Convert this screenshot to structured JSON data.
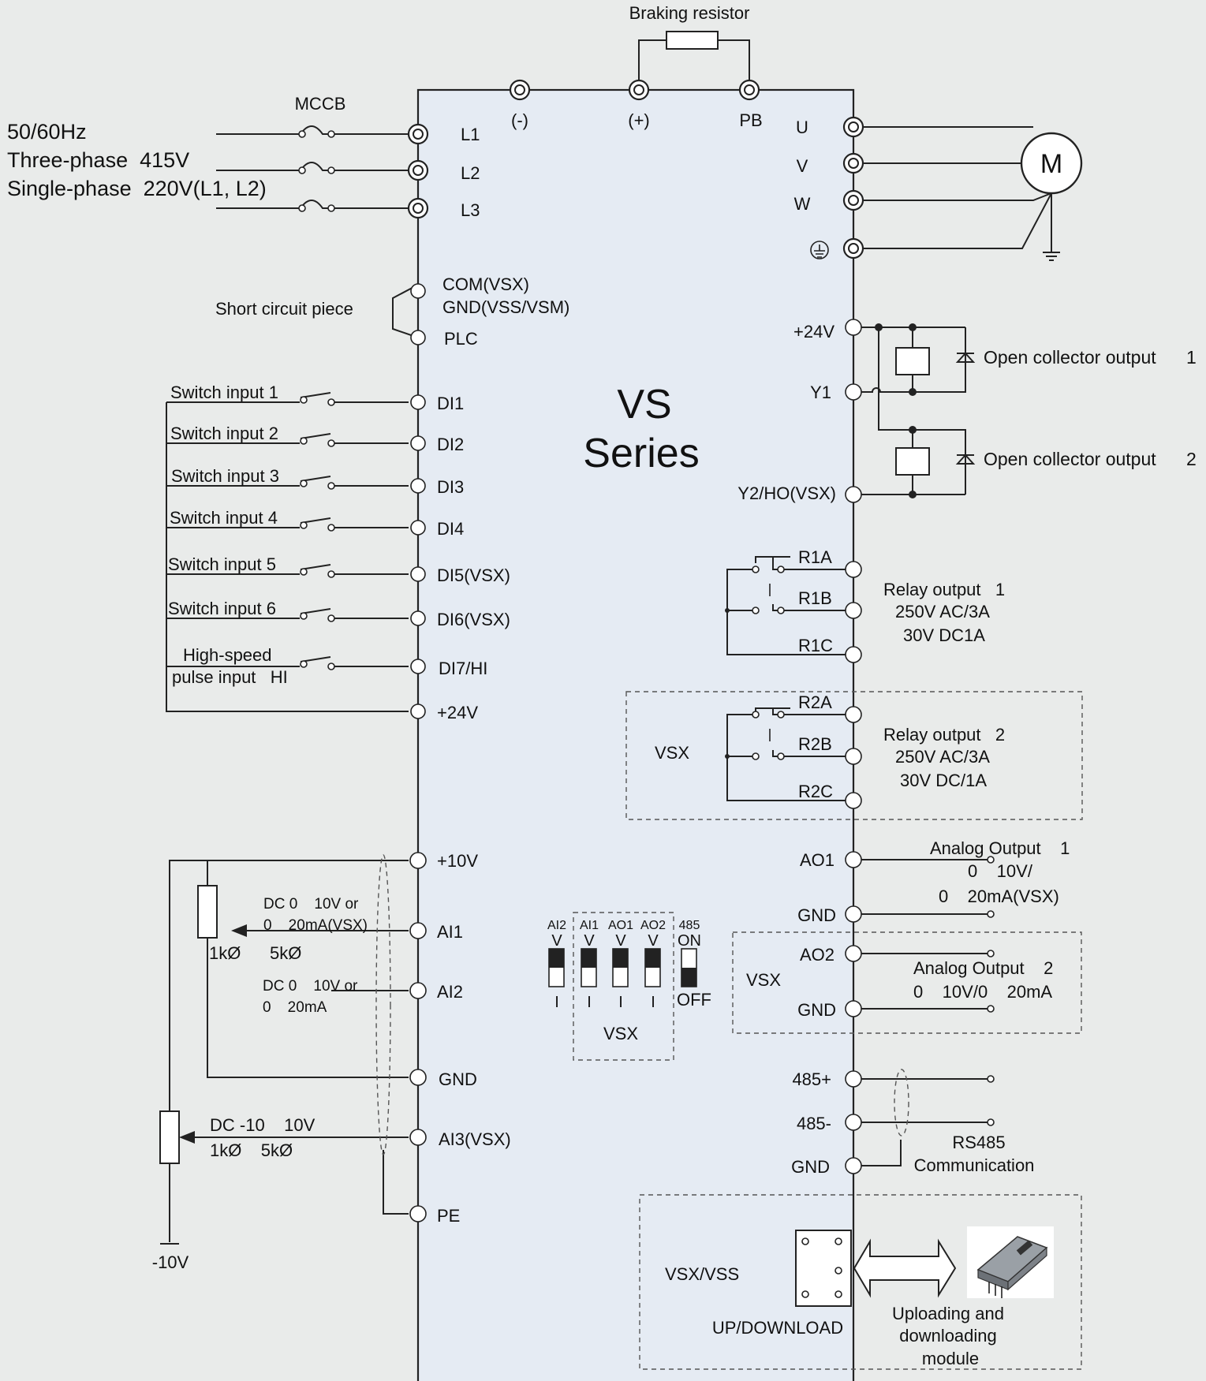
{
  "drive": {
    "line1": "VS",
    "line2": "Series"
  },
  "braking_resistor": "Braking resistor",
  "dc_bus": {
    "minus": "(-)",
    "plus": "(+)",
    "pb": "PB"
  },
  "power_input": {
    "line1": "50/60Hz",
    "line2": "Three-phase  415V",
    "line3": "Single-phase  220V(L1, L2)",
    "breaker": "MCCB",
    "terminals": [
      "L1",
      "L2",
      "L3"
    ]
  },
  "motor": {
    "label": "M",
    "terminals": [
      "U",
      "V",
      "W"
    ],
    "ground_icon": "protective-earth-icon"
  },
  "short_circuit": {
    "label": "Short circuit piece",
    "com": "COM(VSX)",
    "gnd": "GND(VSS/VSM)",
    "plc": "PLC"
  },
  "digital_inputs": [
    {
      "source": "Switch input   1",
      "terminal": "DI1"
    },
    {
      "source": "Switch input   2",
      "terminal": "DI2"
    },
    {
      "source": "Switch input   3",
      "terminal": "DI3"
    },
    {
      "source": "Switch input   4",
      "terminal": "DI4"
    },
    {
      "source": "Switch input   5",
      "terminal": "DI5(VSX)"
    },
    {
      "source": "Switch input   6",
      "terminal": "DI6(VSX)"
    }
  ],
  "pulse_input": {
    "line1": "High-speed",
    "line2": "pulse input   HI",
    "terminal": "DI7/HI"
  },
  "di_24v": "+24V",
  "open_collector": {
    "v24": "+24V",
    "y1": "Y1",
    "y2": "Y2/HO(VSX)",
    "out1": "Open collector output      1",
    "out2": "Open collector output      2"
  },
  "relay1": {
    "a": "R1A",
    "b": "R1B",
    "c": "R1C",
    "line1": "Relay output   1",
    "line2": "250V AC/3A",
    "line3": "30V DC1A"
  },
  "relay2": {
    "box": "VSX",
    "a": "R2A",
    "b": "R2B",
    "c": "R2C",
    "line1": "Relay output   2",
    "line2": "250V AC/3A",
    "line3": "30V DC/1A"
  },
  "analog_inputs": {
    "p10v": "+10V",
    "ai1": "AI1",
    "ai2": "AI2",
    "gnd": "GND",
    "ai3": "AI3(VSX)",
    "pe": "PE",
    "ai1_line1": "DC 0    10V or",
    "ai1_line2": "0    20mA(VSX)",
    "pot1_line": "1kØ      5kØ",
    "ai2_line1": "DC 0    10V or",
    "ai2_line2": "0    20mA",
    "ai3_line1": "DC -10    10V",
    "ai3_line2": "1kØ    5kØ",
    "neg10v": "-10V"
  },
  "dip_switches": {
    "labels": [
      "AI2",
      "AI1",
      "AO1",
      "AO2",
      "485"
    ],
    "v_marks": [
      "V",
      "V",
      "V",
      "V"
    ],
    "on": "ON",
    "off": "OFF",
    "i_mark": "I",
    "box": "VSX"
  },
  "analog_outputs": {
    "ao1": "AO1",
    "gnd1": "GND",
    "ao1_line1": "Analog Output    1",
    "ao1_line2": "0    10V/",
    "ao1_line3": "0    20mA(VSX)",
    "box": "VSX",
    "ao2": "AO2",
    "gnd2": "GND",
    "ao2_line1": "Analog Output    2",
    "ao2_line2": "0    10V/0    20mA"
  },
  "rs485": {
    "plus": "485+",
    "minus": "485-",
    "gnd": "GND",
    "line1": "RS485",
    "line2": "Communication"
  },
  "updown": {
    "box": "VSX/VSS",
    "port": "UP/DOWNLOAD",
    "line1": "Uploading and",
    "line2": "downloading",
    "line3": "module"
  }
}
